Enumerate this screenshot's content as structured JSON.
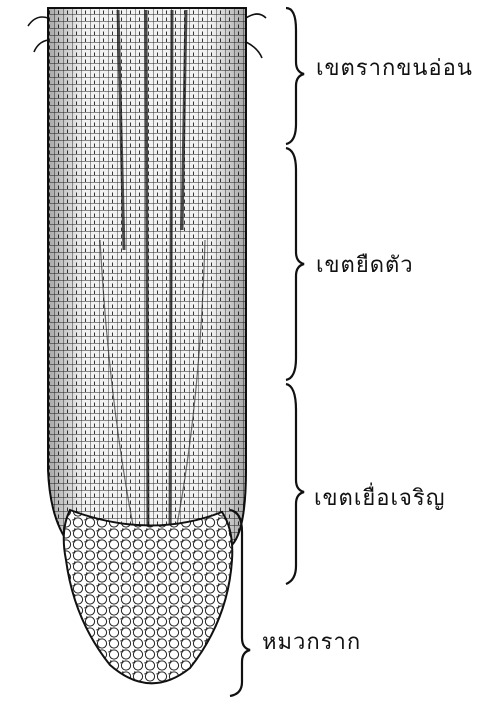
{
  "labels": {
    "root_hair_zone": "เขตรากขนอ่อน",
    "elongation_zone": "เขตยืดตัว",
    "meristem_zone": "เขตเยื่อเจริญ",
    "root_cap": "หมวกราก"
  },
  "colors": {
    "ink": "#111111",
    "paper": "#ffffff"
  }
}
